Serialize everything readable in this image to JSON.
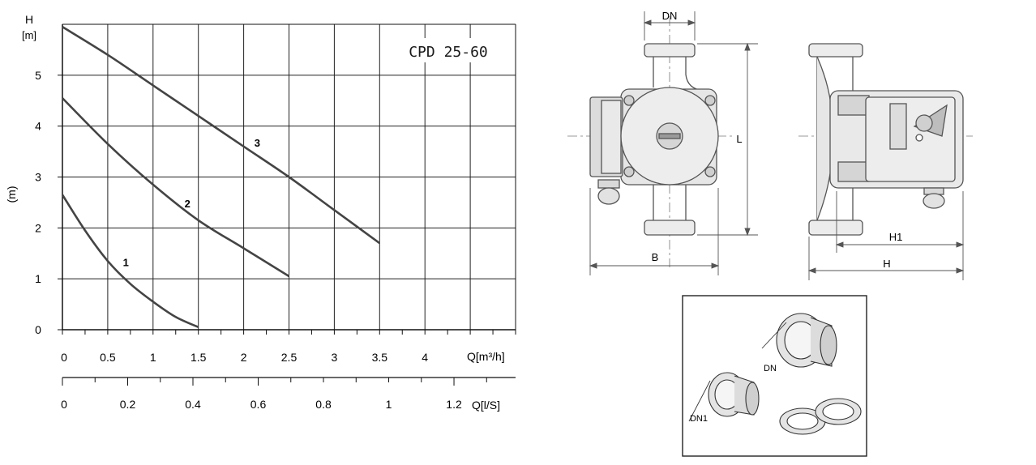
{
  "chart_data": {
    "type": "line",
    "title": "CPD 25-60",
    "ylabel_top": "H",
    "ylabel_unit": "[m]",
    "ylabel_side": "(m)",
    "xlabel": "Q[m³/h]",
    "xlabel2": "Q[l/S]",
    "xlim": [
      0,
      5
    ],
    "ylim": [
      0,
      6
    ],
    "grid": true,
    "x_ticks": [
      "0",
      "0.5",
      "1",
      "1.5",
      "2",
      "2.5",
      "3",
      "3.5",
      "4"
    ],
    "x_tick_values": [
      0,
      0.5,
      1,
      1.5,
      2,
      2.5,
      3,
      3.5,
      4
    ],
    "y_ticks": [
      "0",
      "1",
      "2",
      "3",
      "4",
      "5"
    ],
    "y_tick_values": [
      0,
      1,
      2,
      3,
      4,
      5
    ],
    "x2_ticks": [
      "0",
      "0.2",
      "0.4",
      "0.6",
      "0.8",
      "1",
      "1.2"
    ],
    "x2_tick_values": [
      0,
      0.2,
      0.4,
      0.6,
      0.8,
      1.0,
      1.2
    ],
    "series": [
      {
        "name": "1",
        "x": [
          0,
          0.25,
          0.5,
          0.75,
          1.0,
          1.25,
          1.5
        ],
        "y": [
          2.65,
          1.95,
          1.35,
          0.9,
          0.55,
          0.25,
          0.05
        ]
      },
      {
        "name": "2",
        "x": [
          0,
          0.5,
          1.0,
          1.5,
          2.0,
          2.5
        ],
        "y": [
          4.55,
          3.65,
          2.85,
          2.15,
          1.6,
          1.05
        ]
      },
      {
        "name": "3",
        "x": [
          0,
          0.5,
          1.0,
          1.5,
          2.0,
          2.5,
          3.0,
          3.5
        ],
        "y": [
          5.95,
          5.4,
          4.8,
          4.2,
          3.6,
          3.0,
          2.35,
          1.7
        ]
      }
    ],
    "series_label_pos": [
      {
        "x": 0.7,
        "y": 1.25
      },
      {
        "x": 1.38,
        "y": 2.4
      },
      {
        "x": 2.15,
        "y": 3.6
      }
    ]
  },
  "drawing": {
    "labels": {
      "dn": "DN",
      "l": "L",
      "b": "B",
      "h1": "H1",
      "h": "H",
      "dn_fitting": "DN",
      "dn1_fitting": "DN1"
    }
  }
}
